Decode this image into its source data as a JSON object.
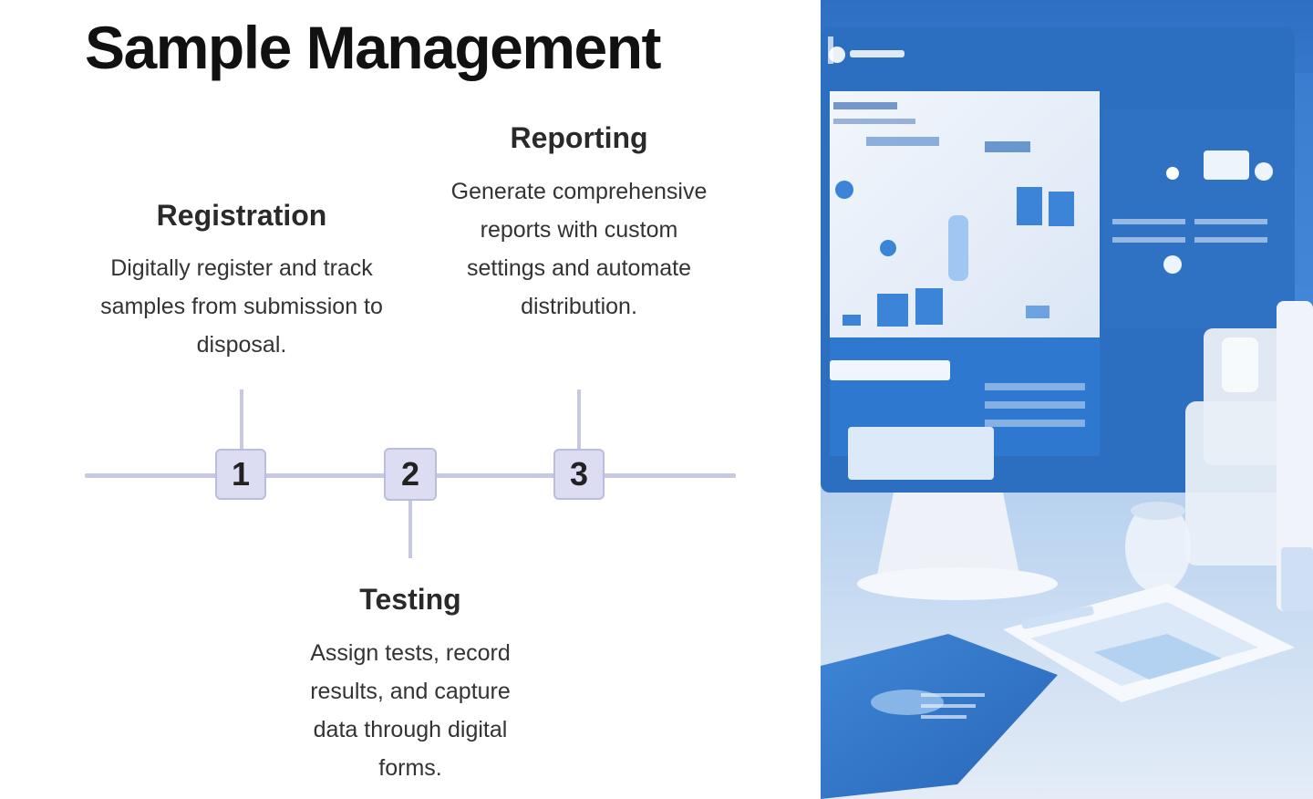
{
  "page": {
    "title": "Sample Management"
  },
  "steps": [
    {
      "number": "1",
      "title": "Registration",
      "description": "Digitally register and track samples from submission to disposal."
    },
    {
      "number": "2",
      "title": "Testing",
      "description": "Assign tests, record results, and capture data through digital forms."
    },
    {
      "number": "3",
      "title": "Reporting",
      "description": "Generate comprehensive reports with custom settings and automate distribution."
    }
  ],
  "colors": {
    "timeline": "#c7c9e0",
    "marker_fill": "#dcdcf3",
    "marker_border": "#babde0",
    "hero_blue": "#2f7fd1"
  },
  "hero": {
    "icon": "lab-monitor-illustration"
  }
}
